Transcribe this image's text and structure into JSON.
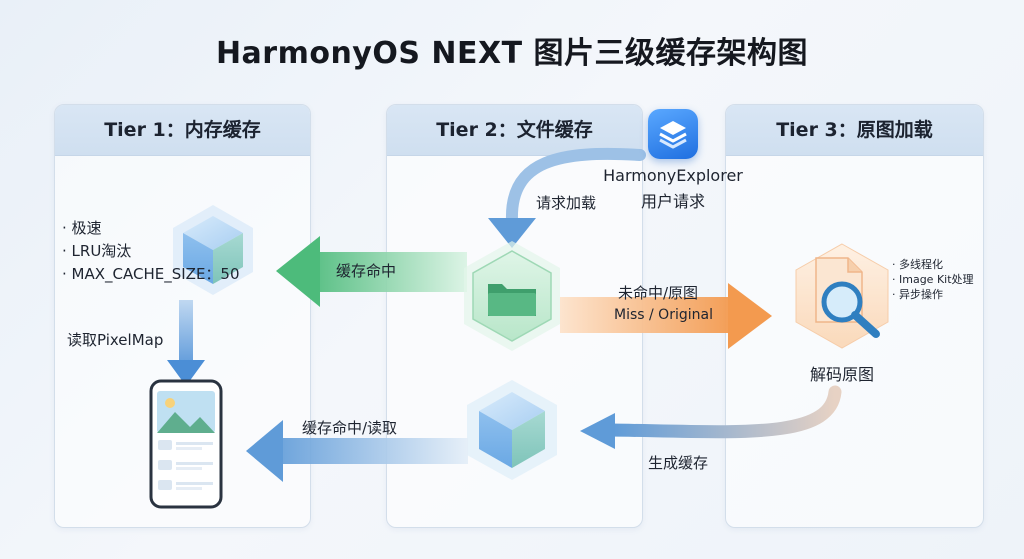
{
  "title": "HarmonyOS NEXT 图片三级缓存架构图",
  "tiers": [
    {
      "label": "Tier 1：内存缓存"
    },
    {
      "label": "Tier 2：文件缓存"
    },
    {
      "label": "Tier 3：原图加载"
    }
  ],
  "tier1_bullets": [
    "极速",
    "LRU淘汰",
    "MAX_CACHE_SIZE：50"
  ],
  "tier1_read_label": "读取PixelMap",
  "user": {
    "app_name": "HarmonyExplorer",
    "request_label": "用户请求",
    "load_label": "请求加载"
  },
  "edges": {
    "cache_hit": "缓存命中",
    "miss_cn": "未命中/原图",
    "miss_en": "Miss / Original",
    "cache_hit_read": "缓存命中/读取",
    "generate_cache": "生成缓存"
  },
  "tier3_bullets": [
    "多线程化",
    "Image Kit处理",
    "异步操作"
  ],
  "decode_label": "解码原图",
  "colors": {
    "blue_arrow": "#6aa3dd",
    "green_arrow": "#5fc48b",
    "orange_arrow": "#f5a15c",
    "panel_header": "#d6e4f3",
    "app_icon": "#2d83f0"
  },
  "icons": [
    "blue-cube-icon",
    "folder-hex-icon",
    "blue-cube-icon",
    "document-search-icon",
    "phone-icon",
    "layers-app-icon"
  ]
}
